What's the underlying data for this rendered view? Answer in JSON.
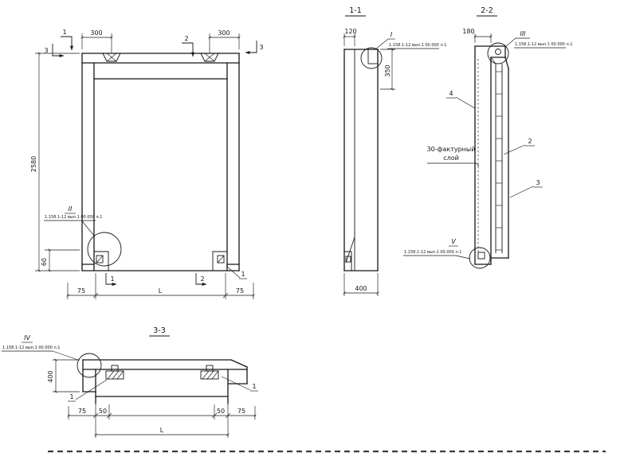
{
  "drawing": {
    "background": "#ffffff",
    "ink": "#161616",
    "callout_ref": "1.158.1-12 вып.1 00.000 л.1",
    "main_view": {
      "dim_300_left": "300",
      "dim_300_right": "300",
      "dim_2580": "2580",
      "dim_60": "60",
      "dim_75_left": "75",
      "dim_L": "L",
      "dim_75_right": "75",
      "cut_1_top": "1",
      "cut_2_top": "2",
      "cut_3_left": "3",
      "cut_3_right": "3",
      "cut_1_bottom": "1",
      "cut_2_bottom": "2",
      "item_1": "1",
      "detail_II": "II"
    },
    "section_1_1": {
      "title": "1-1",
      "dim_120": "120",
      "dim_350": "350",
      "dim_400": "400",
      "detail_I": "I"
    },
    "section_2_2": {
      "title": "2-2",
      "dim_180": "180",
      "item_2": "2",
      "item_3": "3",
      "item_4": "4",
      "note_line1": "30-фактурный",
      "note_line2": "слой",
      "detail_III": "III",
      "detail_V": "V"
    },
    "section_3_3": {
      "title": "3-3",
      "dim_400": "400",
      "dim_75_left": "75",
      "dim_50_left": "50",
      "dim_50_right": "50",
      "dim_75_right": "75",
      "dim_L": "L",
      "item_1_left": "1",
      "item_1_right": "1",
      "detail_IV": "IV"
    }
  }
}
